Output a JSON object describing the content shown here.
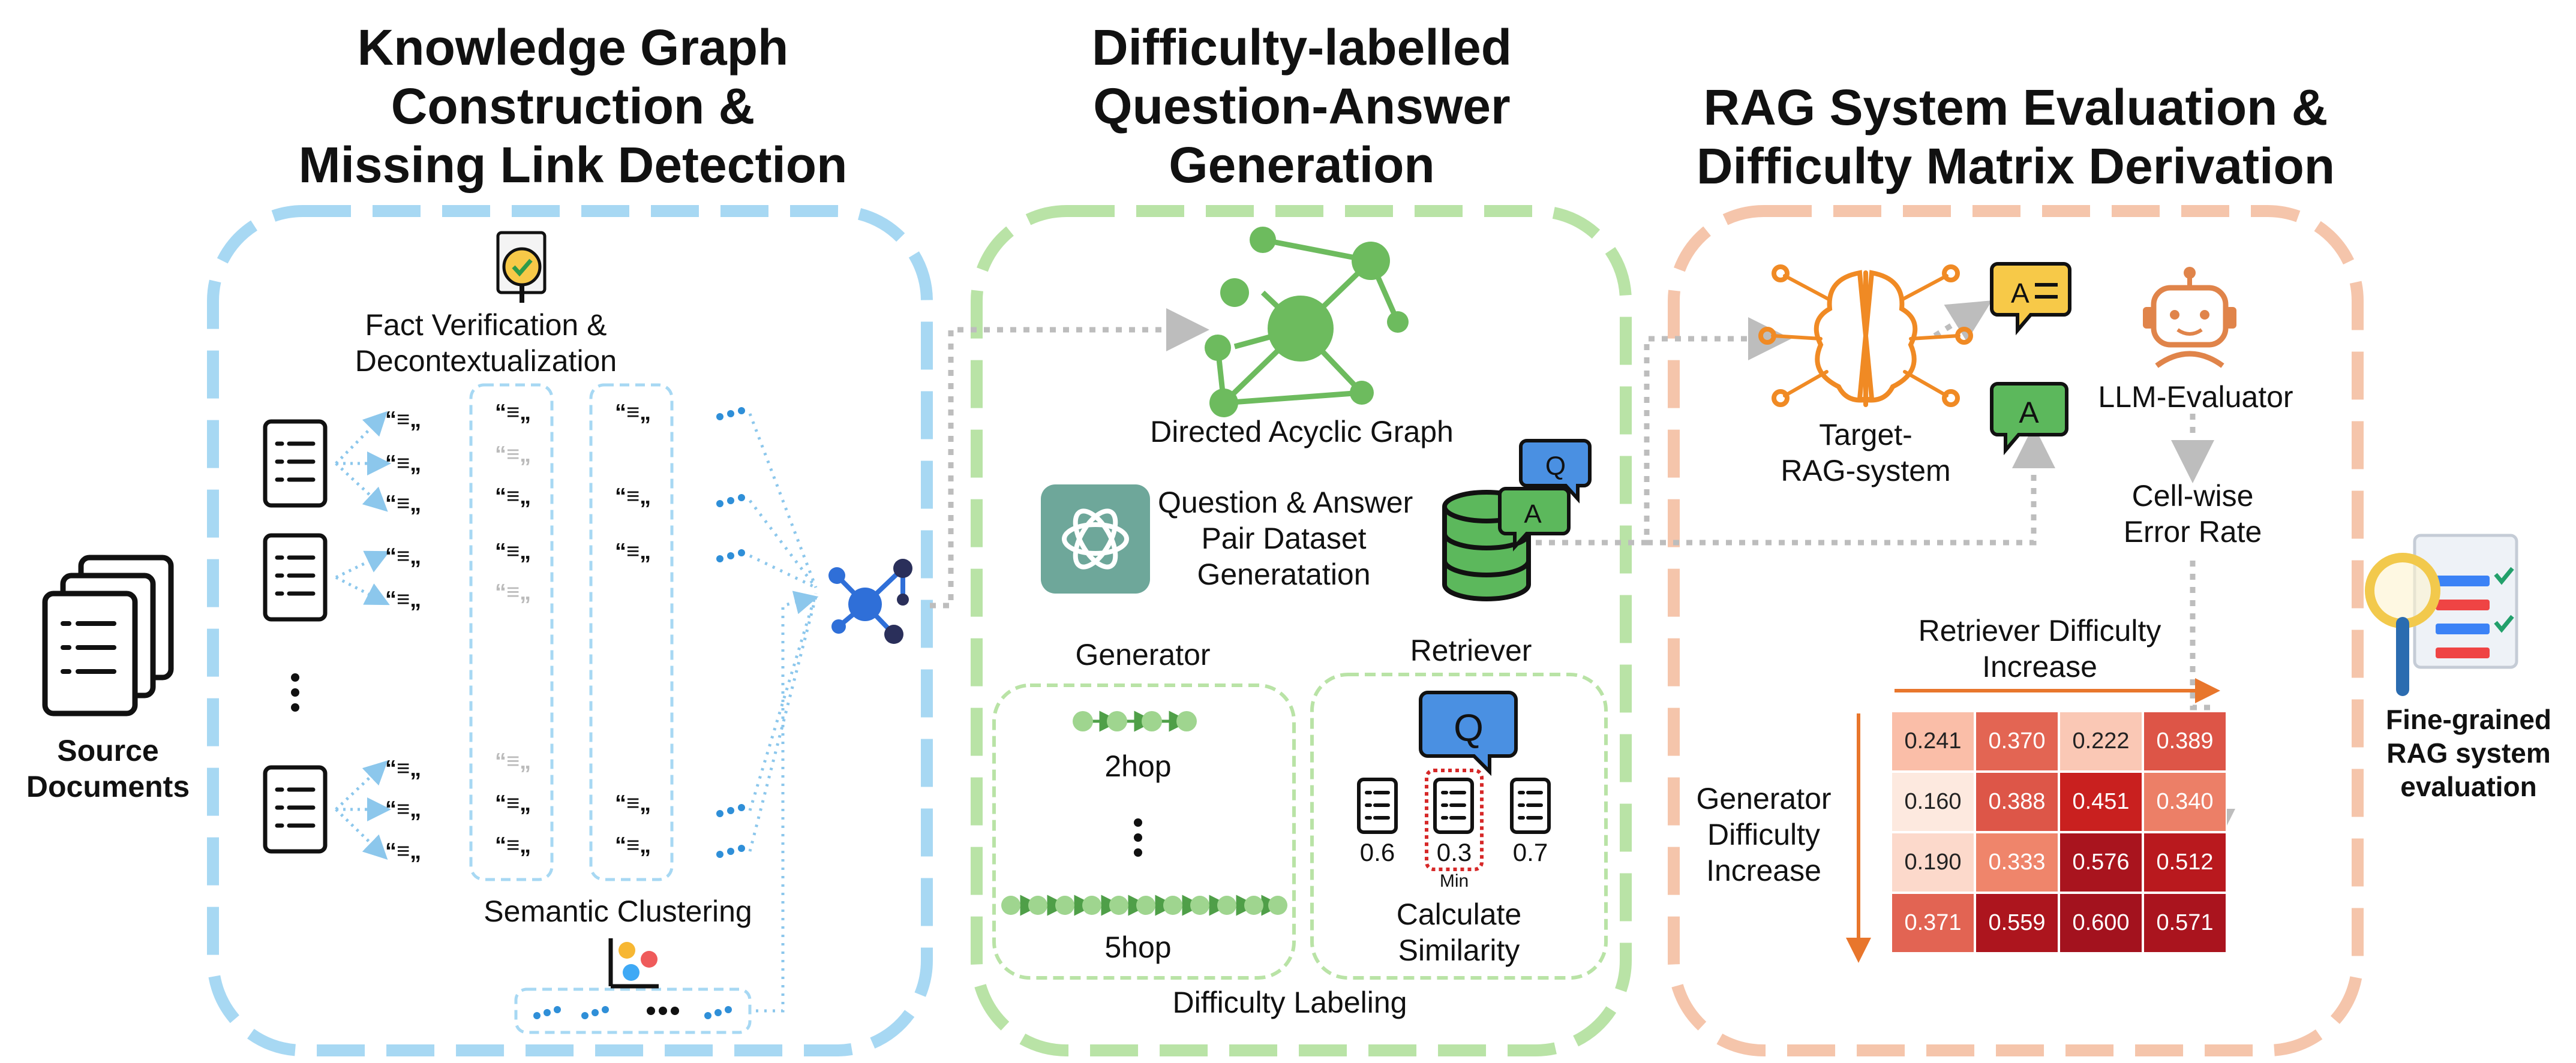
{
  "section1": {
    "title": "Knowledge Graph\nConstruction &\nMissing Link Detection",
    "fact_label": "Fact Verification &\nDecontextualization",
    "clustering_label": "Semantic Clustering",
    "source_label": "Source\nDocuments"
  },
  "section2": {
    "title": "Difficulty-labelled\nQuestion-Answer\nGeneration",
    "dag_label": "Directed Acyclic Graph",
    "qa_label": "Question & Answer\nPair Dataset\nGeneratation",
    "generator_label": "Generator",
    "hop_short": "2hop",
    "hop_long": "5hop",
    "retriever_label": "Retriever",
    "scores": [
      "0.6",
      "0.3",
      "0.7"
    ],
    "min_label": "Min",
    "similarity_label": "Calculate\nSimilarity",
    "labeling_label": "Difficulty Labeling"
  },
  "section3": {
    "title": "RAG System Evaluation &\nDifficulty Matrix Derivation",
    "target_label": "Target-\nRAG-system",
    "evaluator_label": "LLM-Evaluator",
    "error_label": "Cell-wise\nError Rate",
    "retriever_axis": "Retriever Difficulty\nIncrease",
    "generator_axis": "Generator\nDifficulty\nIncrease",
    "output_label": "Fine-grained\nRAG system\nevaluation"
  },
  "icons": [
    "fact-check-icon",
    "document-icon",
    "quote-icon",
    "dots-cluster-icon",
    "graph-node-icon",
    "chatgpt-logo-icon",
    "database-icon",
    "q-bubble-icon",
    "a-bubble-icon",
    "brain-icon",
    "robot-icon",
    "magnifier-report-icon",
    "scatter-icon"
  ],
  "colors": {
    "blue_panel": "#a7d8f3",
    "green_panel": "#b9e3a6",
    "orange_panel": "#f5c5ab",
    "graph_green": "#6dbb5e",
    "dot_blue": "#2f8fd8",
    "arrow_orange": "#e8762c",
    "min_red": "#d62828"
  },
  "chart_data": {
    "type": "heatmap",
    "rows": 4,
    "cols": 4,
    "values": [
      [
        0.241,
        0.37,
        0.222,
        0.389
      ],
      [
        0.16,
        0.388,
        0.451,
        0.34
      ],
      [
        0.19,
        0.333,
        0.576,
        0.512
      ],
      [
        0.371,
        0.559,
        0.6,
        0.571
      ]
    ],
    "labels": [
      [
        "0.241",
        "0.370",
        "0.222",
        "0.389"
      ],
      [
        "0.160",
        "0.388",
        "0.451",
        "0.340"
      ],
      [
        "0.190",
        "0.333",
        "0.576",
        "0.512"
      ],
      [
        "0.371",
        "0.559",
        "0.600",
        "0.571"
      ]
    ],
    "xlabel": "Retriever Difficulty Increase",
    "ylabel": "Generator Difficulty Increase",
    "colormap": [
      "#fde9df",
      "#f79b7c",
      "#c81e1e",
      "#a3121e"
    ]
  }
}
